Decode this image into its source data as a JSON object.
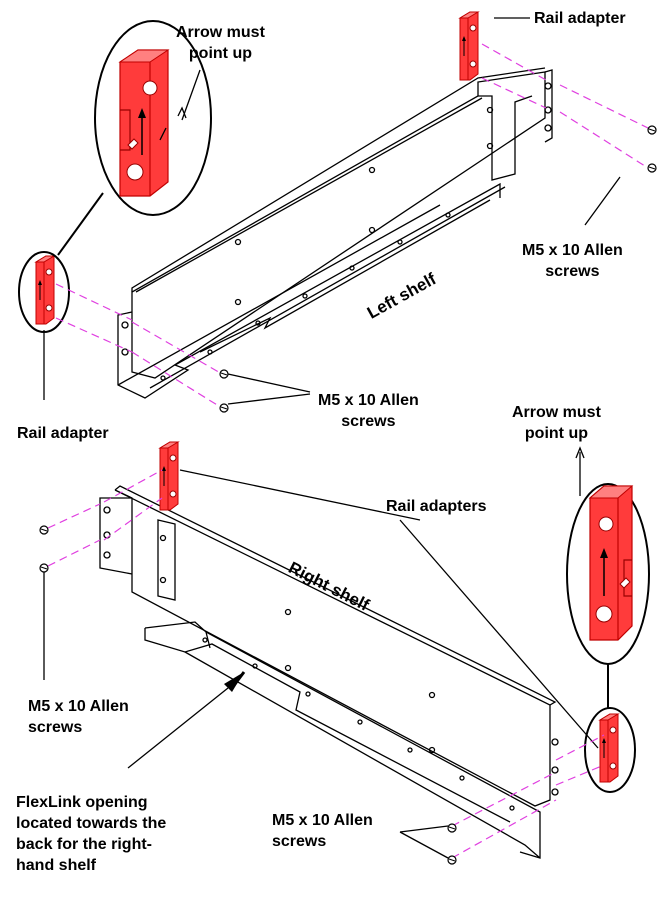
{
  "labels": {
    "arrow_up_top": [
      "Arrow must",
      "point up"
    ],
    "rail_adapter_top_right": "Rail adapter",
    "screws_top_right": [
      "M5 x 10 Allen",
      "screws"
    ],
    "left_shelf": "Left shelf",
    "screws_left_middle": [
      "M5 x 10 Allen",
      "screws"
    ],
    "rail_adapter_left": "Rail adapter",
    "arrow_up_right": [
      "Arrow must",
      "point up"
    ],
    "rail_adapters": "Rail adapters",
    "right_shelf": "Right shelf",
    "screws_bottom_left": [
      "M5 x 10 Allen",
      "screws"
    ],
    "flexlink_note": [
      "FlexLink opening",
      "located towards the",
      "back for the right-",
      "hand shelf"
    ],
    "screws_bottom_right": [
      "M5 x 10 Allen",
      "screws"
    ]
  },
  "colors": {
    "line": "#000000",
    "adapter_fill": "#ff3b3b",
    "adapter_stroke": "#c00000",
    "guide_dash": "#e040e0"
  }
}
